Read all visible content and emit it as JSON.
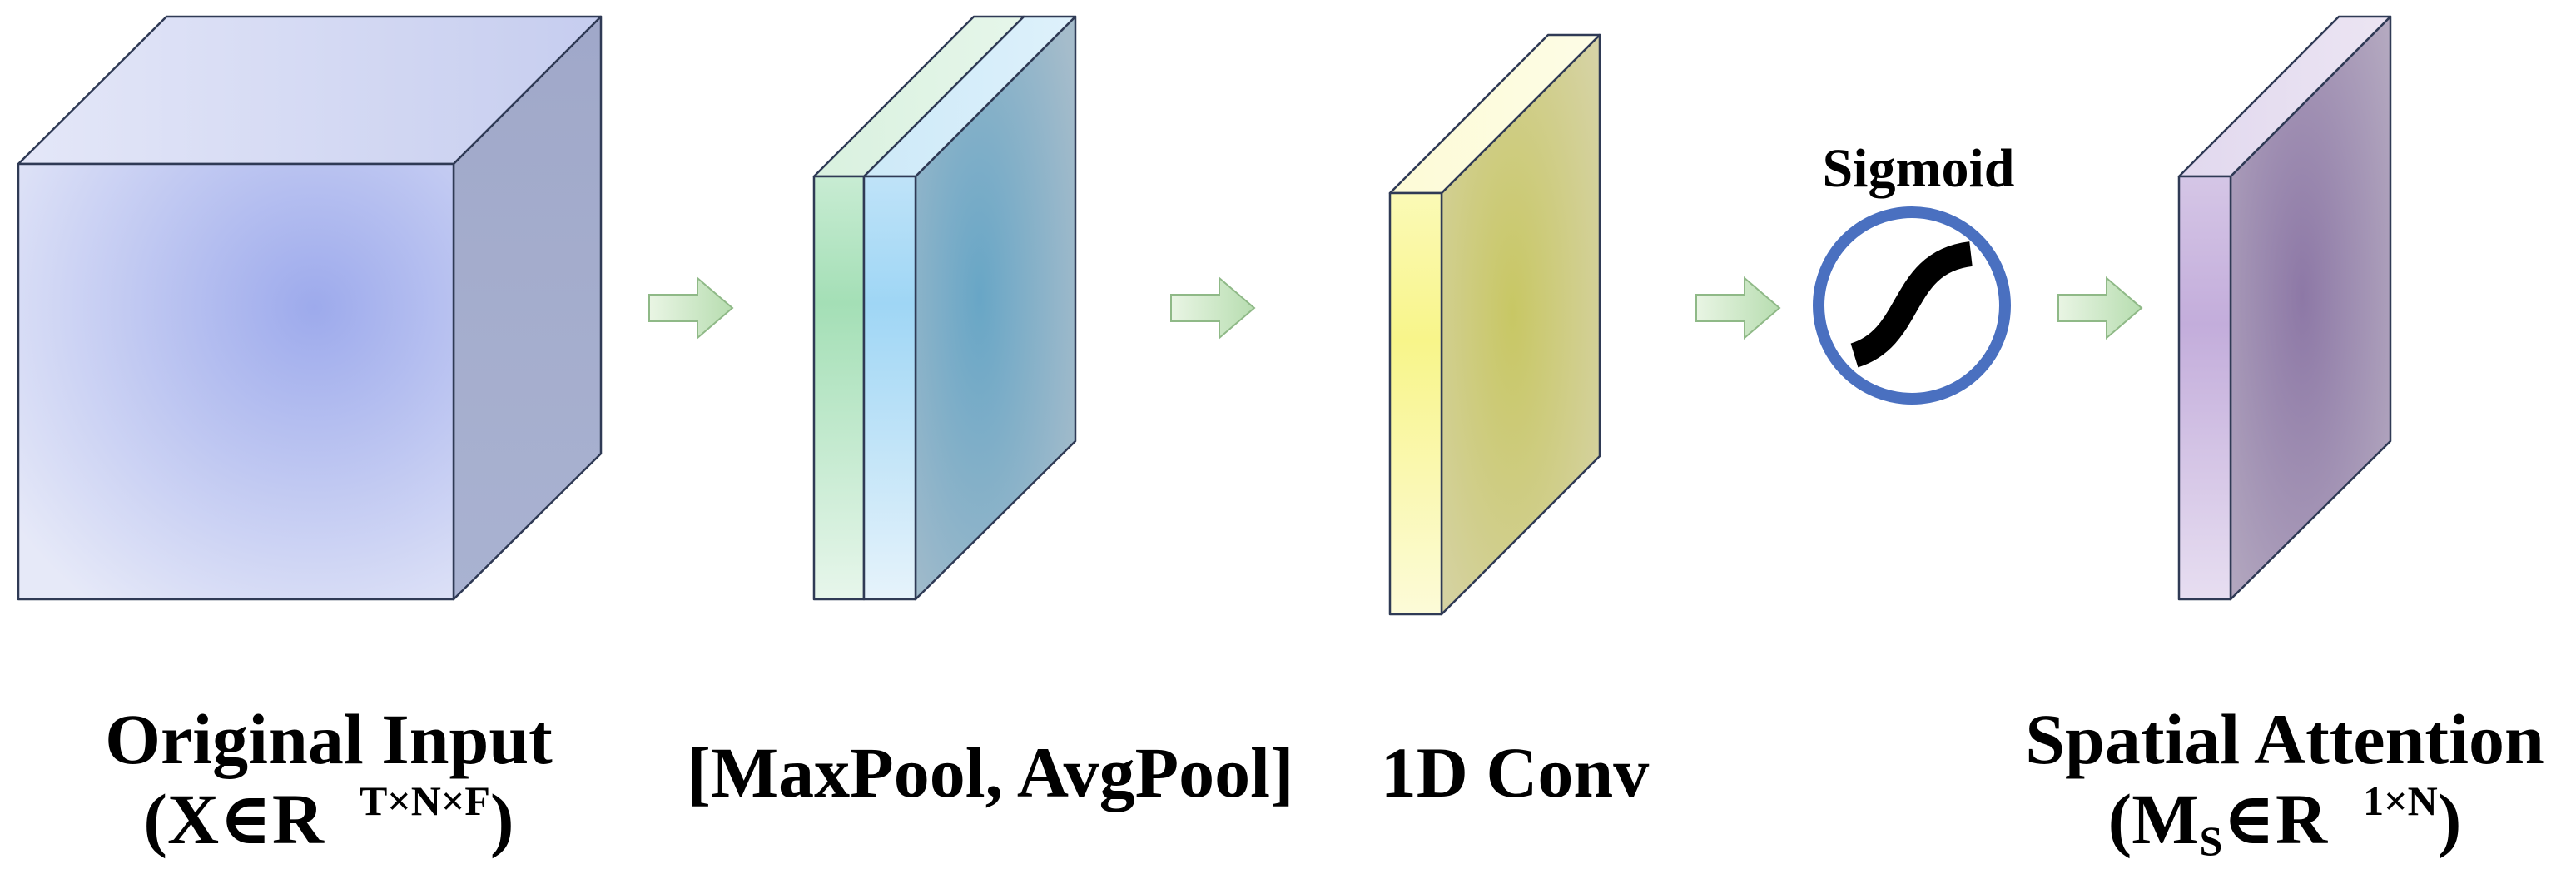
{
  "diagram": {
    "blocks": [
      {
        "id": "input",
        "title": "Original Input",
        "formula_prefix": "(X∈R",
        "formula_sup": "T×N×F",
        "formula_suffix": ")"
      },
      {
        "id": "pool",
        "title": "[MaxPool, AvgPool]"
      },
      {
        "id": "conv",
        "title": "1D Conv"
      },
      {
        "id": "sigmoid",
        "title": "Sigmoid"
      },
      {
        "id": "output",
        "title": "Spatial Attention",
        "formula_prefix": "(M",
        "formula_sub": "S",
        "formula_mid": "∈R",
        "formula_sup": "1×N",
        "formula_suffix": ")"
      }
    ],
    "colors": {
      "input_cube": "#a9b6ef",
      "maxpool_slice": "#a6e0b8",
      "avgpool_slice": "#a3d8f5",
      "pool_face": "#6aa8c8",
      "conv_slice": "#f8f58a",
      "conv_face": "#c9c76c",
      "sigmoid_ring": "#4a70c0",
      "output_slice": "#c6b2dc",
      "output_face": "#8e7aa6",
      "arrow": "#c9e6c0"
    }
  }
}
